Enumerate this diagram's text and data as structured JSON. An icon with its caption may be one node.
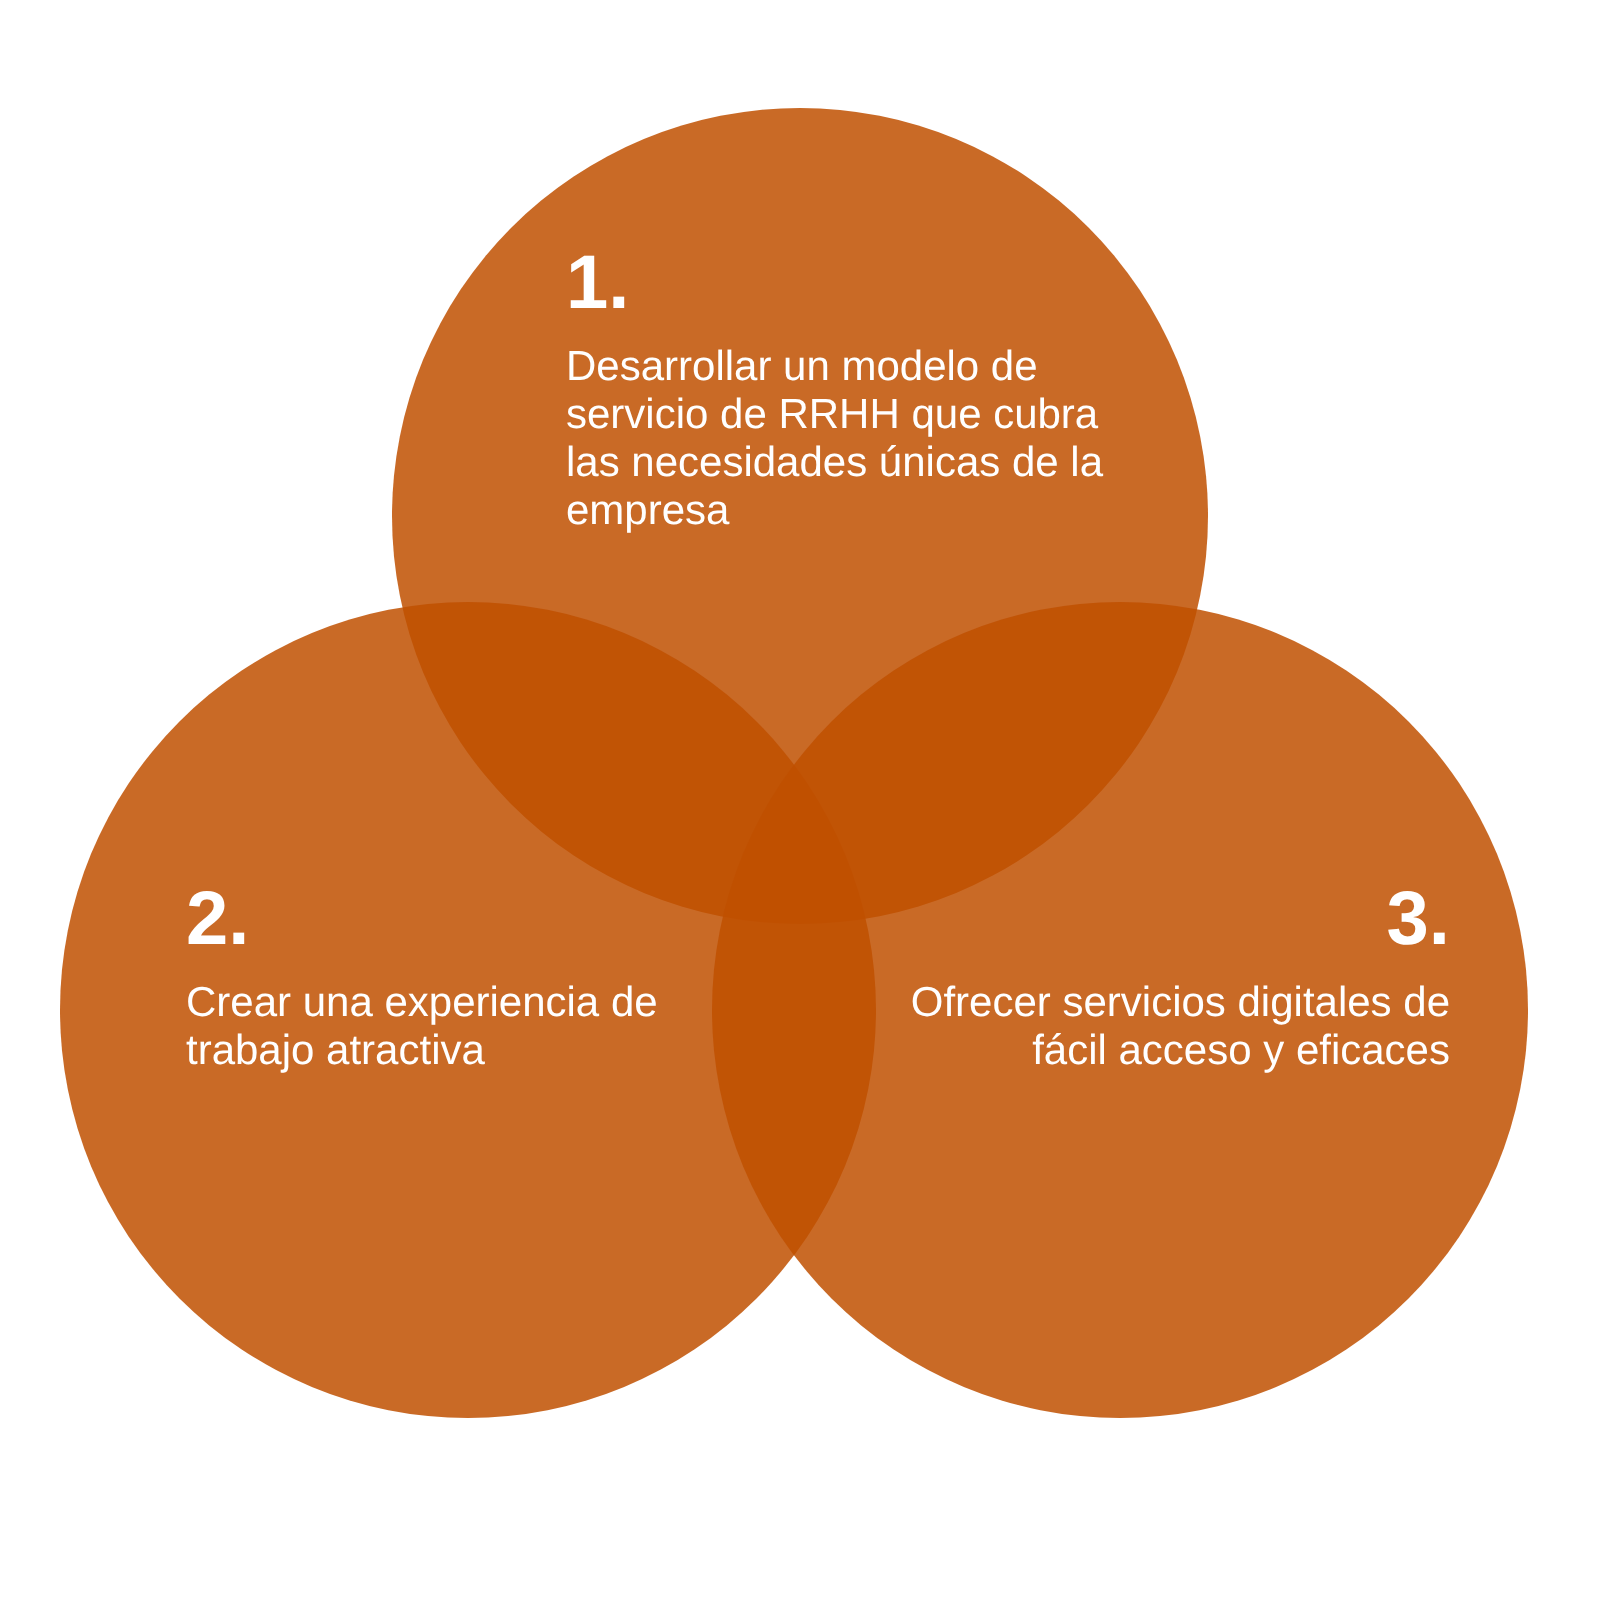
{
  "diagram": {
    "nodes": [
      {
        "text": [
          "1.",
          "Desarrollar un modelo de servicio de RRHH que cubra las necesidades únicas de la empresa"
        ]
      },
      {
        "text": [
          "2.",
          "Crear una experiencia de trabajo atractiva"
        ]
      },
      {
        "text": [
          "3.",
          "Ofrecer servicios digitales de fácil acceso y eficaces"
        ]
      }
    ],
    "edges": []
  }
}
